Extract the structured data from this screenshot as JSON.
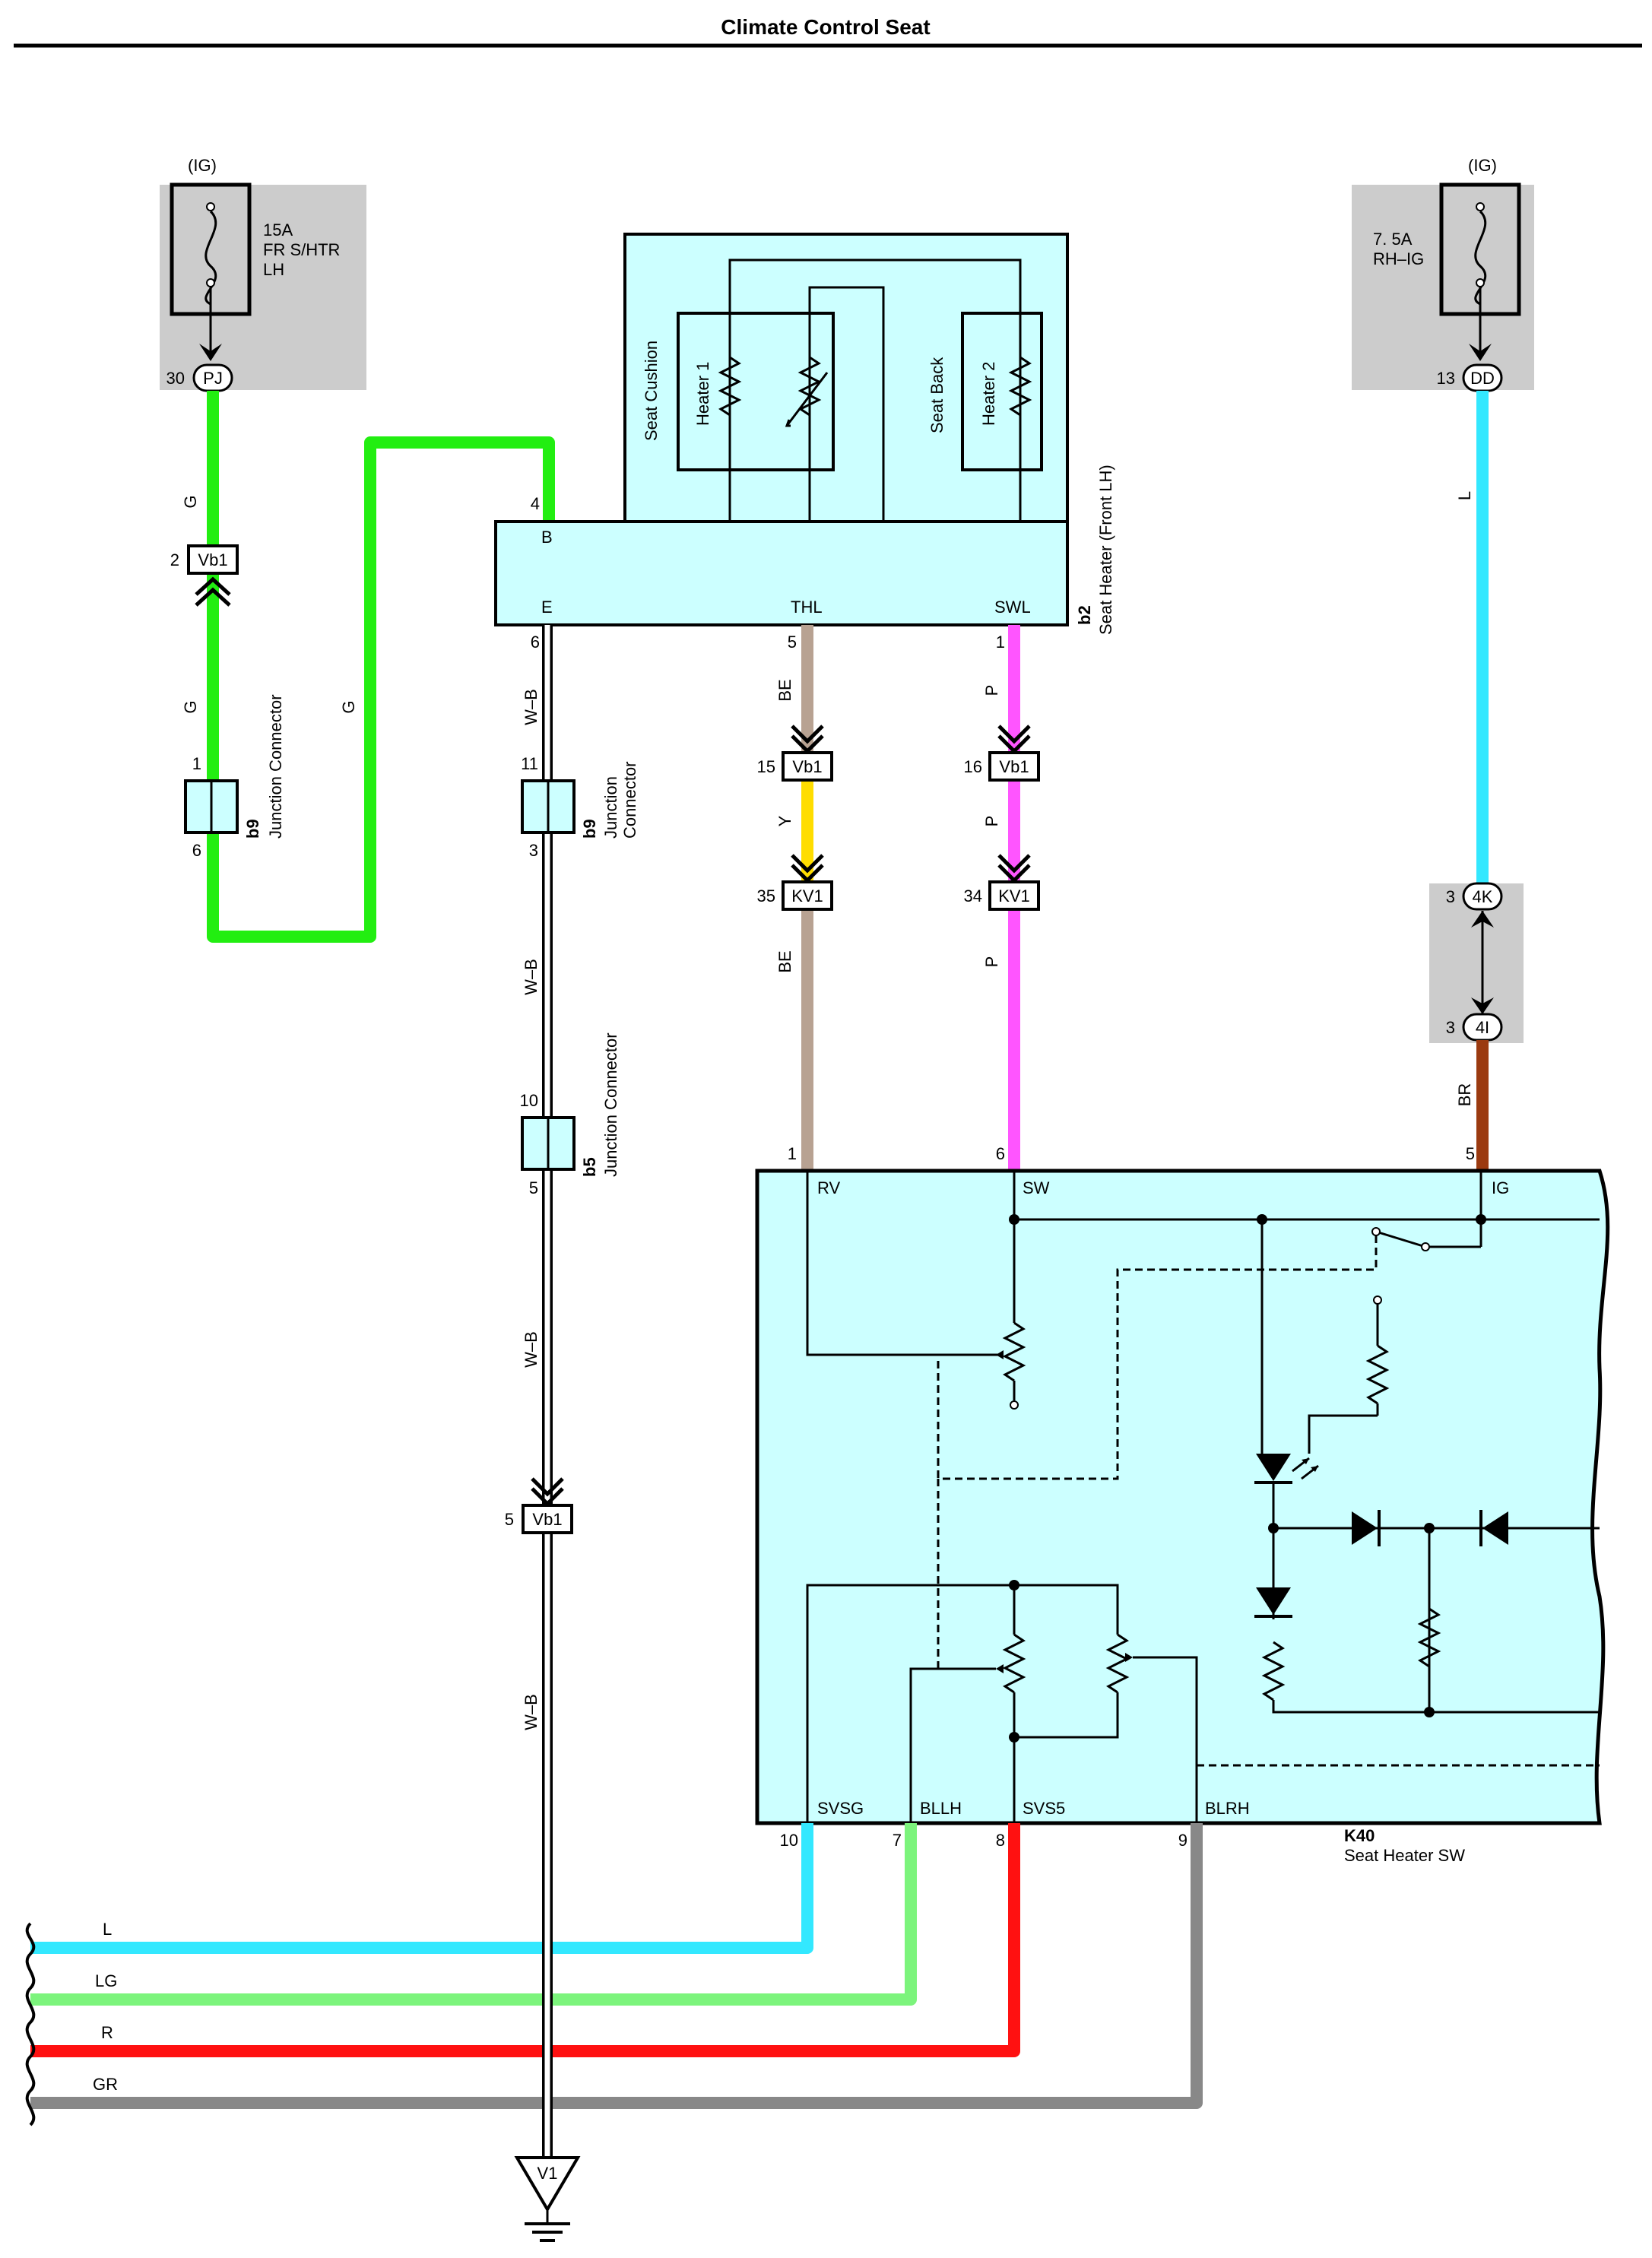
{
  "title": "Climate Control Seat",
  "fuse_left": {
    "supply": "(IG)",
    "rating": "15A",
    "name_line1": "FR S/HTR",
    "name_line2": "LH",
    "connector": "PJ",
    "pin": "30"
  },
  "fuse_right": {
    "supply": "(IG)",
    "rating": "7. 5A",
    "name": "RH–IG",
    "connector": "DD",
    "pin": "13"
  },
  "heater": {
    "code": "b2",
    "name": "Seat Heater (Front LH)",
    "cushion_label": "Seat Cushion",
    "back_label": "Seat Back",
    "heater1": "Heater 1",
    "heater2": "Heater 2",
    "terminals": {
      "b": "B",
      "e": "E",
      "thl": "THL",
      "swl": "SWL"
    },
    "pins": {
      "b": "4",
      "e": "6",
      "thl": "5",
      "swl": "1"
    }
  },
  "switch": {
    "code": "K40",
    "name": "Seat Heater SW",
    "terminals": {
      "rv": "RV",
      "sw": "SW",
      "ig": "IG",
      "svsg": "SVSG",
      "bllh": "BLLH",
      "svs5": "SVS5",
      "blrh": "BLRH"
    },
    "pins": {
      "rv": "1",
      "sw": "6",
      "ig": "5",
      "svsg": "10",
      "bllh": "7",
      "svs5": "8",
      "blrh": "9"
    }
  },
  "junctions": {
    "b9_left": {
      "code": "b9",
      "name": "Junction Connector",
      "pin_top": "1",
      "pin_bottom": "6"
    },
    "b9_mid": {
      "code": "b9",
      "name_line1": "Junction",
      "name_line2": "Connector",
      "pin_top": "11",
      "pin_bottom": "3"
    },
    "b5": {
      "code": "b5",
      "name": "Junction Connector",
      "pin_top": "10",
      "pin_bottom": "5"
    }
  },
  "inline_connectors": {
    "vb1_g": {
      "name": "Vb1",
      "pin": "2"
    },
    "vb1_thl": {
      "name": "Vb1",
      "pin": "15"
    },
    "vb1_swl": {
      "name": "Vb1",
      "pin": "16"
    },
    "kv1_thl": {
      "name": "KV1",
      "pin": "35"
    },
    "kv1_swl": {
      "name": "KV1",
      "pin": "34"
    },
    "vb1_ground": {
      "name": "Vb1",
      "pin": "5"
    },
    "c4k": {
      "name": "4K",
      "pin": "3"
    },
    "c4i": {
      "name": "4I",
      "pin": "3"
    }
  },
  "ground": {
    "name": "V1"
  },
  "wire_colors": {
    "g1": "G",
    "g2": "G",
    "g3": "G",
    "wb1": "W–B",
    "wb2": "W–B",
    "wb3": "W–B",
    "wb4": "W–B",
    "be1": "BE",
    "y": "Y",
    "be2": "BE",
    "p1": "P",
    "p2": "P",
    "p3": "P",
    "l_ig": "L",
    "br": "BR",
    "l_out": "L",
    "lg_out": "LG",
    "r_out": "R",
    "gr_out": "GR"
  },
  "colors": {
    "green": "#22ee11",
    "cyan": "#33e8ff",
    "beige": "#b8a292",
    "yellow": "#ffdd00",
    "pink": "#ff55ff",
    "brown": "#9b3a10",
    "lightgreen": "#7cf47c",
    "red": "#ff1111",
    "gray": "#888888",
    "box": "#ccffff",
    "fusebg": "#cccccc"
  }
}
